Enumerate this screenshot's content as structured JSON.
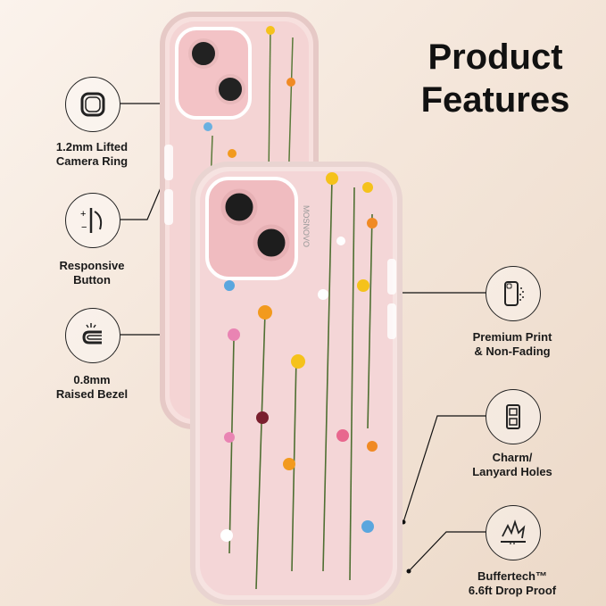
{
  "title": {
    "line1": "Product",
    "line2": "Features"
  },
  "features": [
    {
      "icon": "camera-ring-icon",
      "line1": "1.2mm Lifted",
      "line2": "Camera Ring"
    },
    {
      "icon": "button-press-icon",
      "line1": "Responsive",
      "line2": "Button"
    },
    {
      "icon": "raised-bezel-icon",
      "line1": "0.8mm",
      "line2": "Raised Bezel"
    },
    {
      "icon": "print-phone-icon",
      "line1": "Premium Print",
      "line2": "& Non-Fading"
    },
    {
      "icon": "lanyard-holes-icon",
      "line1": "Charm/",
      "line2": "Lanyard Holes"
    },
    {
      "icon": "drop-impact-icon",
      "line1": "Buffertech™",
      "line2": "6.6ft Drop Proof"
    }
  ],
  "brand_text": "MOSNOVO",
  "colors": {
    "phone_pink": "#f3c9c9",
    "case_clear": "#f7e2e0",
    "accent": "#111111"
  }
}
